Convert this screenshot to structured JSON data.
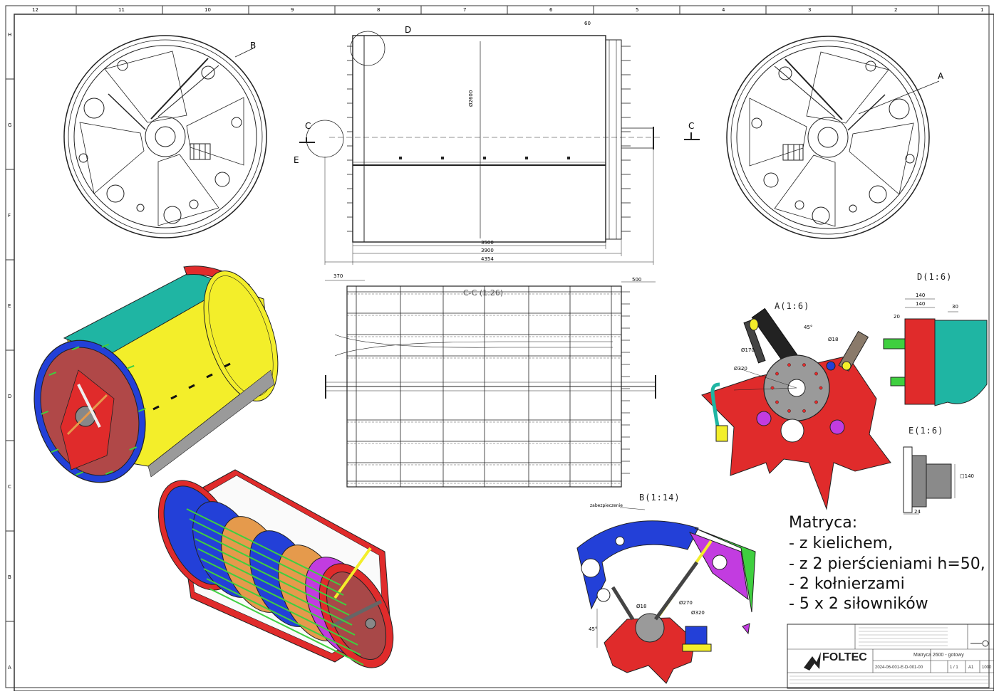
{
  "border": {
    "top_numbers": [
      "12",
      "11",
      "10",
      "9",
      "8",
      "7",
      "6",
      "5",
      "4",
      "3",
      "2",
      "1"
    ],
    "left_letters": [
      "H",
      "G",
      "F",
      "E",
      "D",
      "C",
      "B",
      "A"
    ]
  },
  "callouts": {
    "A": "A",
    "B": "B",
    "C_left": "C",
    "C_right": "C",
    "D": "D",
    "E": "E"
  },
  "front_view": {
    "dim_diameter": "Ø2600",
    "dim_3500": "3500",
    "dim_3900": "3900",
    "dim_4354": "4354",
    "dim_60": "60"
  },
  "section_view": {
    "title": "C-C (1:26)",
    "dim_370": "370",
    "dim_500": "500"
  },
  "details": {
    "A": {
      "label": "A(1:6)",
      "dims": [
        "Ø170",
        "Ø320",
        "Ø18",
        "45°"
      ]
    },
    "B": {
      "label": "B(1:14)",
      "note": "zabezpieczenie",
      "dims": [
        "Ø18",
        "Ø270",
        "Ø320",
        "45°"
      ]
    },
    "D": {
      "label": "D(1:6)",
      "dims": [
        "140",
        "140",
        "30",
        "20"
      ]
    },
    "E": {
      "label": "E(1:6)",
      "dims": [
        "□140",
        "24"
      ]
    }
  },
  "notes": {
    "title": "Matryca:",
    "items": [
      "- z kielichem,",
      "- z 2 pierścieniami h=50,",
      "- 2 kołnierzami",
      "- 5 x 2 siłowników"
    ]
  },
  "title_block": {
    "company": "FOLTEC",
    "drawing_title": "Matryca 2600 - gotowy",
    "drawing_number": "2024-06-001-E-D-001-00",
    "sheet": "1 / 1",
    "format": "A1",
    "scale": "1000"
  },
  "colors": {
    "red": "#e02b2b",
    "blue": "#2340d8",
    "yellow": "#f3ee2a",
    "teal": "#1fb5a3",
    "magenta": "#c23ce0",
    "green": "#3fcf3f",
    "orange": "#e59a4c",
    "grey": "#9a9a9a"
  }
}
